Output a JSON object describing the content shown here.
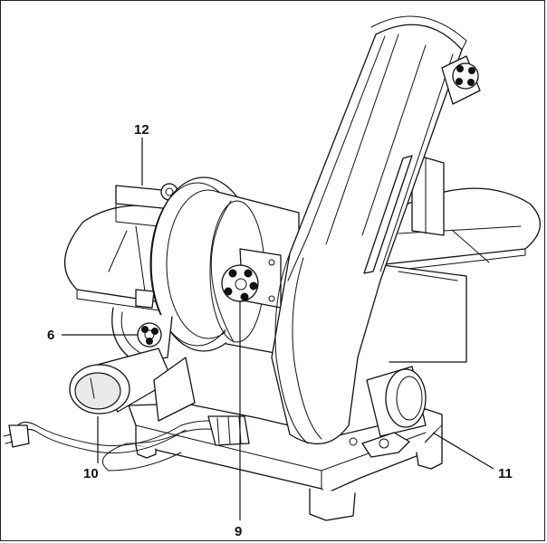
{
  "callouts": [
    {
      "id": "12",
      "label": "12"
    },
    {
      "id": "6",
      "label": "6"
    },
    {
      "id": "10",
      "label": "10"
    },
    {
      "id": "9",
      "label": "9"
    },
    {
      "id": "11",
      "label": "11"
    }
  ],
  "colors": {
    "line": "#111111",
    "background": "#ffffff"
  }
}
